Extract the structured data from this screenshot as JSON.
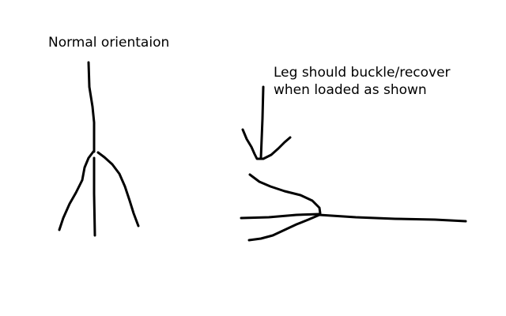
{
  "labels": {
    "normal_orientation": "Normal orientaion",
    "note_line1": "Leg should buckle/recover",
    "note_line2": "when loaded as shown"
  },
  "colors": {
    "background": "#ffffff",
    "ink": "#000000"
  }
}
